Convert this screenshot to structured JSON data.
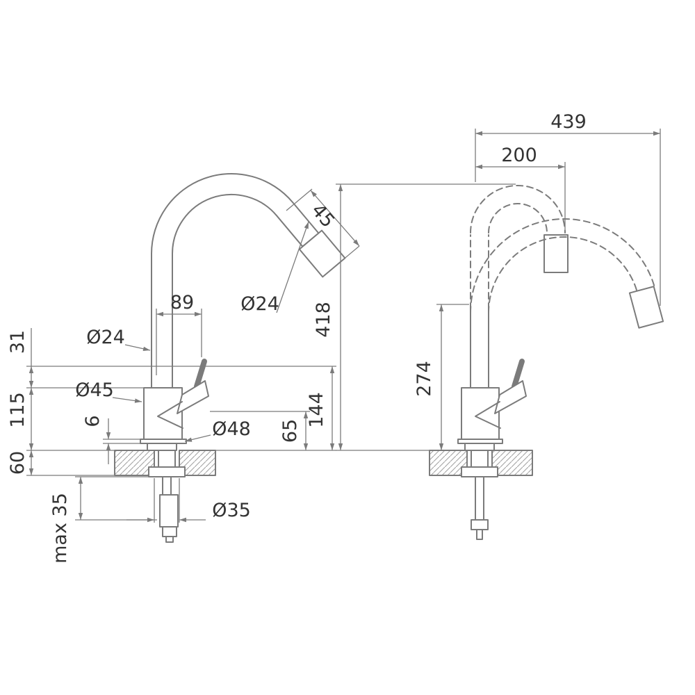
{
  "colors": {
    "line": "#7b7b7b",
    "text": "#333333",
    "background": "#ffffff"
  },
  "drawing": {
    "front_view": {
      "spout_tip_length": "45",
      "spout_offset": "89",
      "spout_tube_diameter": "Ø24",
      "riser_diameter": "Ø24",
      "lever_height": "31",
      "body_diameter": "Ø45",
      "body_height": "115",
      "base_plate_height": "6",
      "base_diameter": "Ø48",
      "lower_body_height": "65",
      "body_total_height": "144",
      "counter_thickness": "60",
      "max_mounting_thickness": "max 35",
      "hole_diameter": "Ø35"
    },
    "side_view": {
      "total_reach": "439",
      "spout_reach": "200",
      "total_height": "418",
      "outlet_height": "274"
    }
  }
}
